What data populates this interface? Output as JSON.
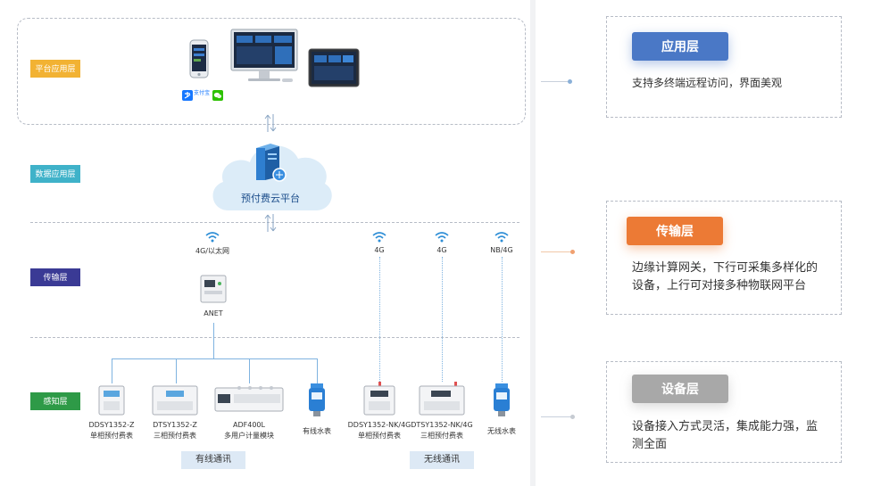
{
  "layers": {
    "platform_app": "平台应用层",
    "data_app": "数据应用层",
    "transmission": "传输层",
    "perception": "感知层"
  },
  "cloud": {
    "label": "预付费云平台"
  },
  "gateway": {
    "label": "ANET",
    "signal": "4G/以太网"
  },
  "wireless_signals": [
    "4G",
    "4G",
    "NB/4G"
  ],
  "wired_devices": [
    {
      "model": "DDSY1352-Z",
      "name": "单相预付费表"
    },
    {
      "model": "DTSY1352-Z",
      "name": "三相预付费表"
    },
    {
      "model": "ADF400L",
      "name": "多用户计量模块"
    },
    {
      "model": "",
      "name": "有线水表"
    }
  ],
  "wireless_devices": [
    {
      "model": "DDSY1352-NK/4G",
      "name": "单相预付费表"
    },
    {
      "model": "DTSY1352-NK/4G",
      "name": "三相预付费表"
    },
    {
      "model": "",
      "name": "无线水表"
    }
  ],
  "group_labels": {
    "wired": "有线通讯",
    "wireless": "无线通讯"
  },
  "payment_logo": "支付宝",
  "cards": [
    {
      "title": "应用层",
      "desc": "支持多终端远程访问，界面美观",
      "color": "#4a78c6"
    },
    {
      "title": "传输层",
      "desc": "边缘计算网关，下行可采集多样化的设备，上行可对接多种物联网平台",
      "color": "#ec7a35"
    },
    {
      "title": "设备层",
      "desc": "设备接入方式灵活，集成能力强，监测全面",
      "color": "#a8a8a8"
    }
  ]
}
